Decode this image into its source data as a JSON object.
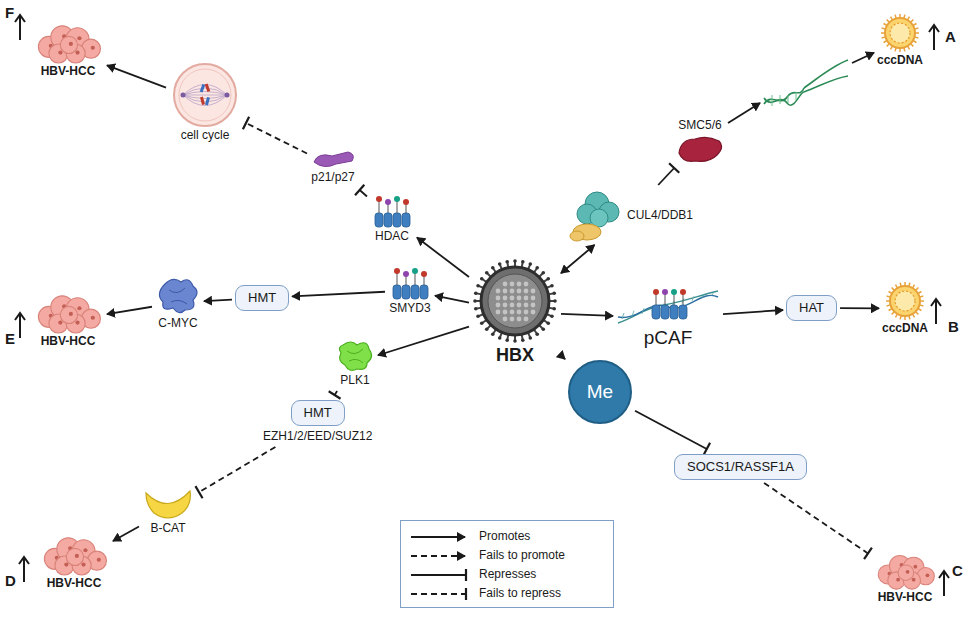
{
  "diagram": {
    "nodes": [
      {
        "text": [
          "HBX"
        ]
      },
      {
        "text": [
          "HDAC"
        ]
      },
      {
        "text": [
          "p21/p27"
        ]
      },
      {
        "text": [
          "cell cycle"
        ]
      },
      {
        "text": [
          "HBV-HCC"
        ]
      },
      {
        "text": [
          "SMYD3"
        ]
      },
      {
        "text": [
          "HMT"
        ]
      },
      {
        "text": [
          "C-MYC"
        ]
      },
      {
        "text": [
          "HBV-HCC"
        ]
      },
      {
        "text": [
          "PLK1"
        ]
      },
      {
        "text": [
          "HMT",
          "EZH1/2/EED/SUZ12"
        ]
      },
      {
        "text": [
          "B-CAT"
        ]
      },
      {
        "text": [
          "HBV-HCC"
        ]
      },
      {
        "text": [
          "Me"
        ]
      },
      {
        "text": [
          "SOCS1/RASSF1A"
        ]
      },
      {
        "text": [
          "HBV-HCC"
        ]
      },
      {
        "text": [
          "CUL4/DDB1"
        ]
      },
      {
        "text": [
          "SMC5/6"
        ]
      },
      {
        "text": [
          "cccDNA"
        ]
      },
      {
        "text": [
          "pCAF"
        ]
      },
      {
        "text": [
          "HAT"
        ]
      },
      {
        "text": [
          "cccDNA"
        ]
      }
    ],
    "edges": [
      {
        "from": 0,
        "to": 1,
        "arrow": "to"
      },
      {
        "from": 1,
        "to": 2,
        "arrow": "to"
      },
      {
        "from": 2,
        "to": 3,
        "arrow": "to"
      },
      {
        "from": 3,
        "to": 4,
        "arrow": "to"
      },
      {
        "from": 0,
        "to": 5,
        "arrow": "to"
      },
      {
        "from": 5,
        "to": 6,
        "arrow": "to"
      },
      {
        "from": 6,
        "to": 7,
        "arrow": "to"
      },
      {
        "from": 7,
        "to": 8,
        "arrow": "to"
      },
      {
        "from": 0,
        "to": 9,
        "arrow": "to"
      },
      {
        "from": 9,
        "to": 10,
        "arrow": "to"
      },
      {
        "from": 10,
        "to": 11,
        "arrow": "to"
      },
      {
        "from": 11,
        "to": 12,
        "arrow": "to"
      },
      {
        "from": 0,
        "to": 13,
        "arrow": "to"
      },
      {
        "from": 13,
        "to": 14,
        "arrow": "to"
      },
      {
        "from": 14,
        "to": 15,
        "arrow": "to"
      },
      {
        "from": 0,
        "to": 16,
        "arrow": "both"
      },
      {
        "from": 16,
        "to": 17,
        "arrow": "to"
      },
      {
        "from": 17,
        "to": 18,
        "arrow": "to"
      },
      {
        "from": 0,
        "to": 19,
        "arrow": "to"
      },
      {
        "from": 19,
        "to": 20,
        "arrow": "to"
      },
      {
        "from": 20,
        "to": 21,
        "arrow": "to"
      }
    ],
    "labels": [
      "A",
      "B",
      "C",
      "D",
      "E",
      "F"
    ],
    "legend": [
      {
        "text": "Promotes"
      },
      {
        "text": "Fails to promote"
      },
      {
        "text": "Represses"
      },
      {
        "text": "Fails to repress"
      }
    ]
  }
}
